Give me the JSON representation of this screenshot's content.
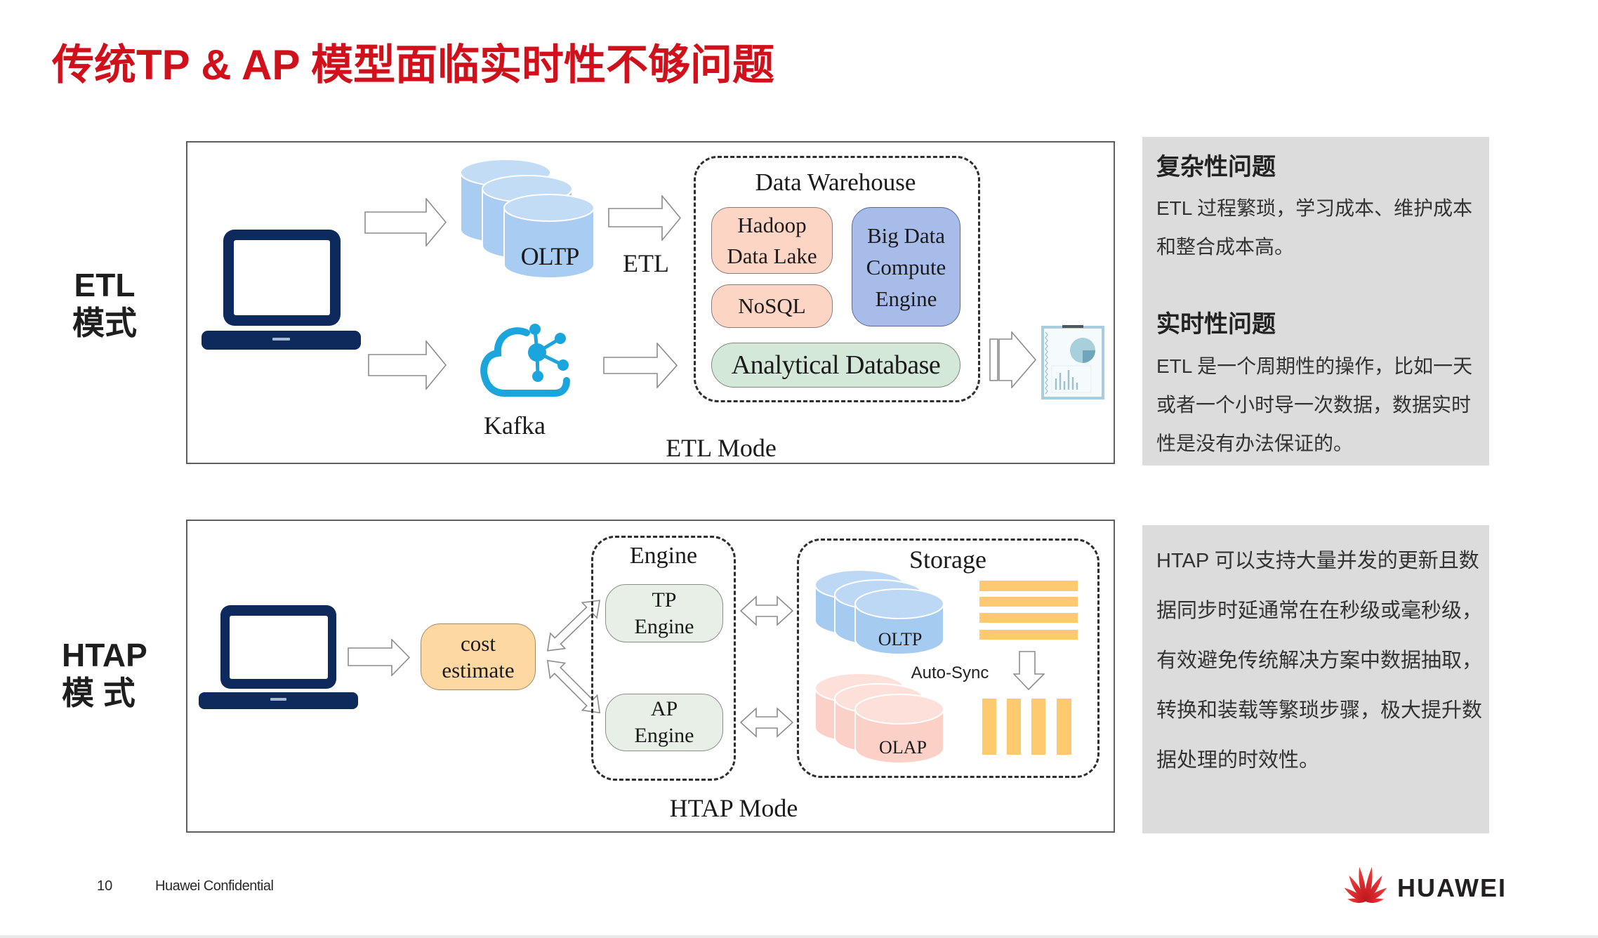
{
  "colors": {
    "title": "#d0101b",
    "laptop": "#0e2a5c",
    "kafka": "#1aa6dc",
    "panel": "#dcdcdc",
    "brand": "#e0202a",
    "bars": "#fec96f"
  },
  "slide": {
    "title": "传统TP & AP 模型面临实时性不够问题",
    "page_number": "10",
    "footer_text": "Huawei Confidential",
    "brand_name": "HUAWEI"
  },
  "etl": {
    "label": [
      "ETL",
      "模式"
    ],
    "diagram": {
      "oltp_label": "OLTP",
      "etl_label": "ETL",
      "kafka_label": "Kafka",
      "warehouse": {
        "title": "Data Warehouse",
        "hadoop": [
          "Hadoop",
          "Data Lake"
        ],
        "nosql": "NoSQL",
        "big_data": [
          "Big Data",
          "Compute",
          "Engine"
        ],
        "analytical": "Analytical Database"
      },
      "caption": "ETL Mode"
    },
    "notes": [
      {
        "heading": "复杂性问题",
        "lines": [
          "ETL 过程繁琐，学习成本、维护成本",
          "和整合成本高。"
        ]
      },
      {
        "heading": "实时性问题",
        "lines": [
          "ETL 是一个周期性的操作，比如一天",
          "或者一个小时导一次数据，数据实时",
          "性是没有办法保证的。"
        ]
      }
    ]
  },
  "htap": {
    "label": [
      "HTAP",
      "模 式"
    ],
    "diagram": {
      "cost_estimate": [
        "cost",
        "estimate"
      ],
      "engine": {
        "title": "Engine",
        "tp": [
          "TP",
          "Engine"
        ],
        "ap": [
          "AP",
          "Engine"
        ]
      },
      "storage": {
        "title": "Storage",
        "oltp_label": "OLTP",
        "olap_label": "OLAP",
        "sync_label": "Auto-Sync"
      },
      "caption": "HTAP Mode"
    },
    "notes": {
      "lines": [
        "HTAP 可以支持大量并发的更新且数",
        "据同步时延通常在在秒级或毫秒级，",
        "有效避免传统解决方案中数据抽取，",
        "转换和装载等繁琐步骤，极大提升数",
        "据处理的时效性。"
      ]
    }
  }
}
